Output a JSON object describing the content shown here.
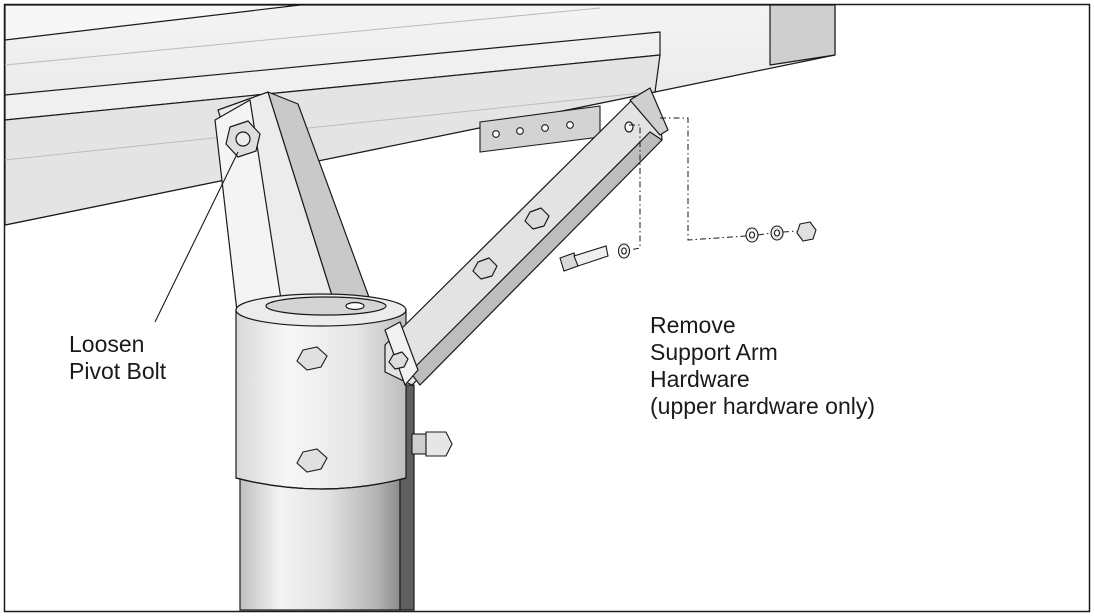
{
  "labels": {
    "loosen": [
      "Loosen",
      "Pivot Bolt"
    ],
    "remove": [
      "Remove",
      "Support Arm",
      "Hardware",
      "(upper hardware only)"
    ]
  },
  "colors": {
    "outline": "#1a1a1a",
    "metal_light": "#efefef",
    "metal_mid": "#d6d6d6",
    "metal_dark": "#9a9a9a",
    "metal_shadow": "#5a5a5a"
  }
}
